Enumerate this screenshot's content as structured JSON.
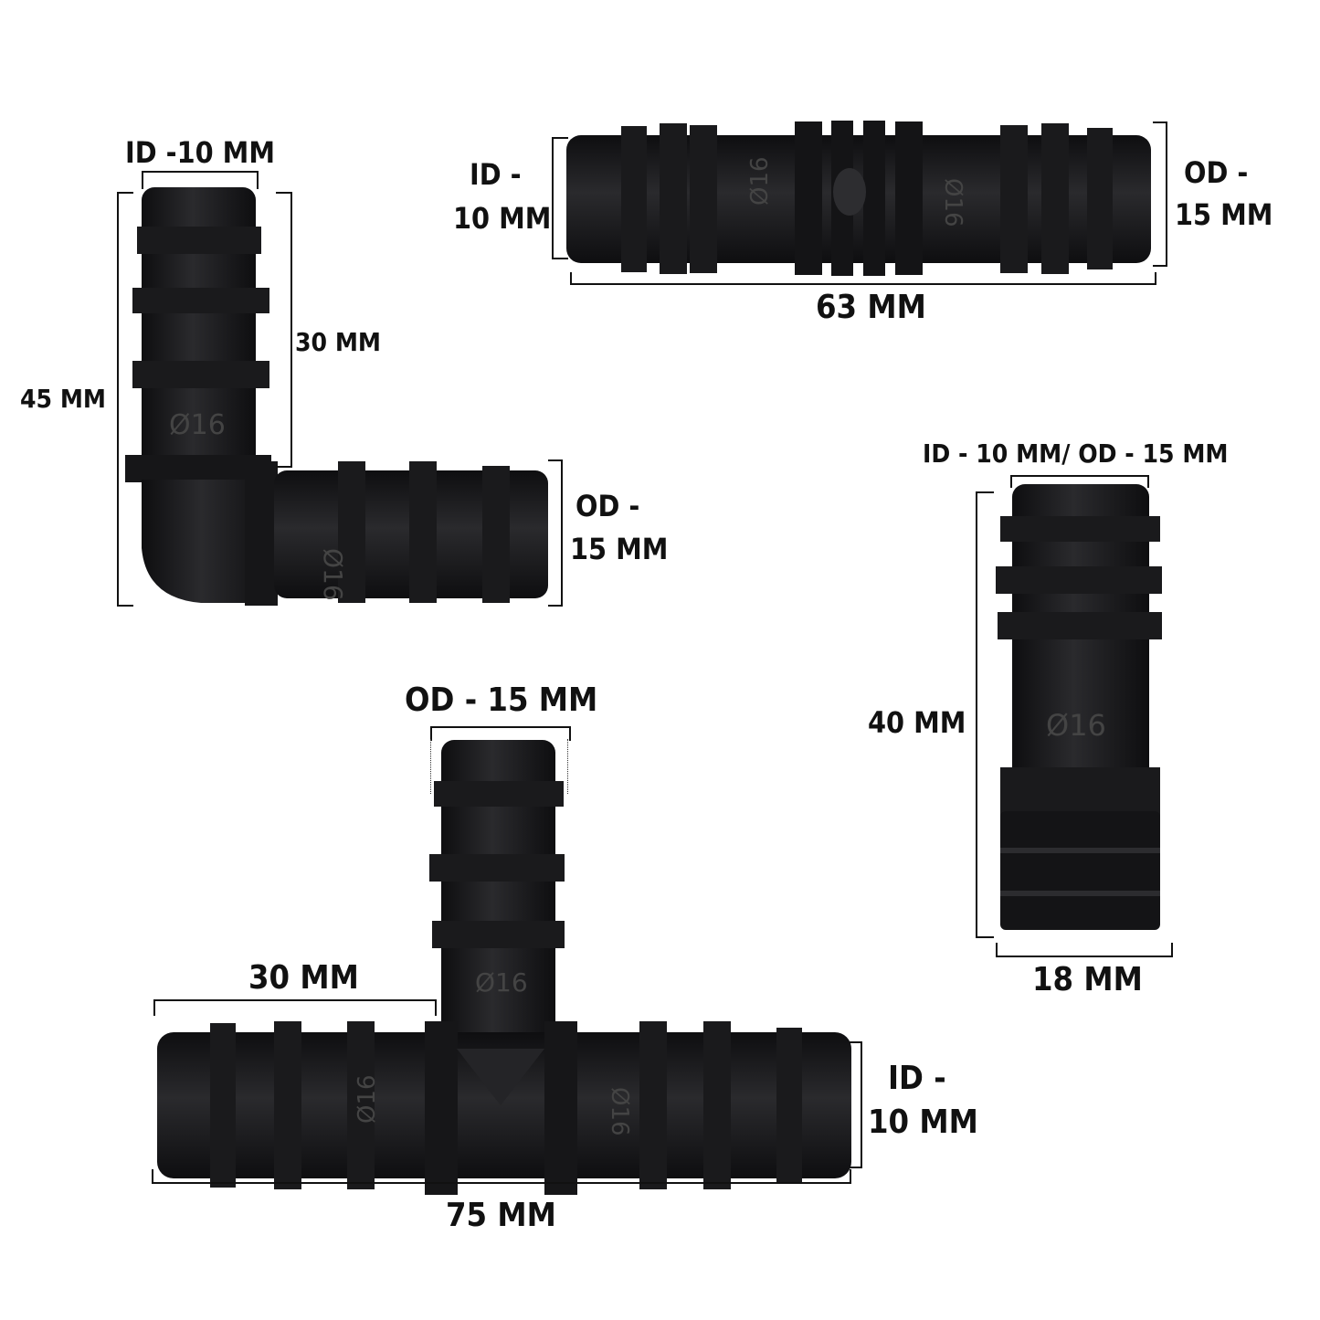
{
  "diagram": {
    "title": "",
    "fittings": [
      {
        "name": "elbow",
        "marking": "Ø16",
        "labels": {
          "top": "ID -10 MM",
          "inner_height": "30 MM",
          "total_height": "45 MM",
          "od_line1": "OD -",
          "od_line2": "15 MM"
        }
      },
      {
        "name": "straight-coupler",
        "marking": "Ø16",
        "labels": {
          "id_line1": "ID -",
          "id_line2": "10 MM",
          "od_line1": "OD -",
          "od_line2": "15 MM",
          "length": "63 MM"
        }
      },
      {
        "name": "end-plug",
        "marking": "Ø16",
        "labels": {
          "top": "ID - 10 MM/ OD - 15 MM",
          "height": "40 MM",
          "width": "18 MM"
        }
      },
      {
        "name": "tee",
        "marking": "Ø16",
        "labels": {
          "top": "OD - 15 MM",
          "branch": "30 MM",
          "id_line1": "ID -",
          "id_line2": "10 MM",
          "length": "75 MM"
        }
      }
    ],
    "colors": {
      "background": "#ffffff",
      "part": "#1c1c1e",
      "text": "#111111"
    }
  }
}
